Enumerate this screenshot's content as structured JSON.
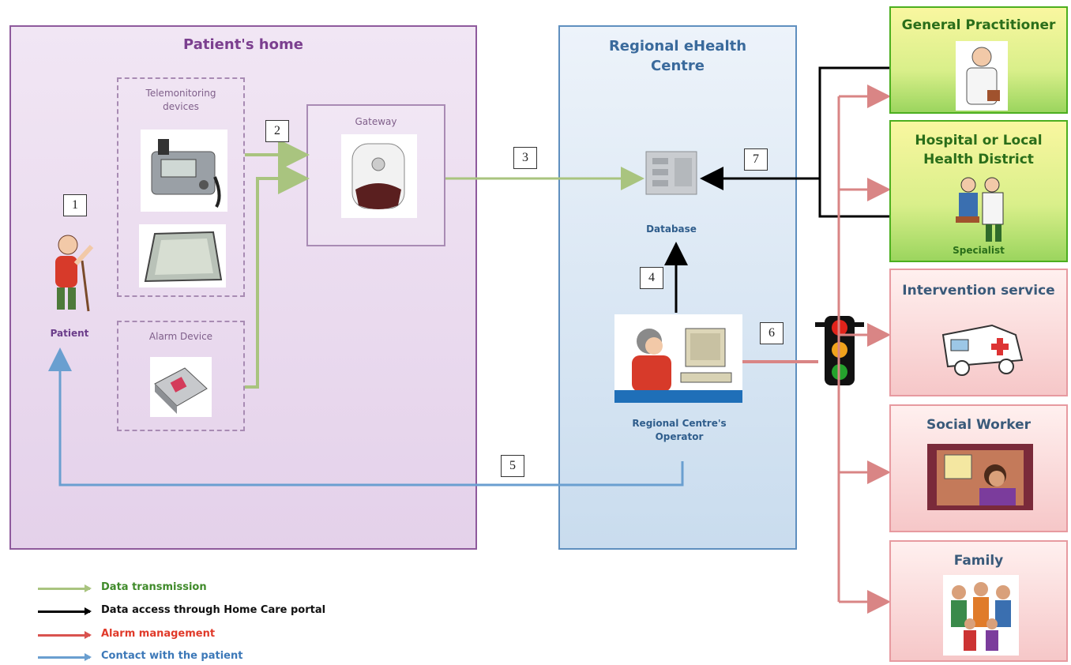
{
  "home": {
    "title": "Patient's home"
  },
  "centre": {
    "title": "Regional eHealth\nCentre"
  },
  "telemonitoring": {
    "label": "Telemonitoring\ndevices"
  },
  "alarm_device": {
    "label": "Alarm Device"
  },
  "gateway": {
    "label": "Gateway"
  },
  "patient": {
    "label": "Patient"
  },
  "database": {
    "label": "Database"
  },
  "operator": {
    "label": "Regional Centre's\nOperator"
  },
  "steps": [
    "1",
    "2",
    "3",
    "4",
    "5",
    "6",
    "7"
  ],
  "recipients": [
    {
      "title": "General Practitioner",
      "style": "green"
    },
    {
      "title": "Hospital or Local\nHealth District",
      "style": "green",
      "note": "Specialist"
    },
    {
      "title": "Intervention service",
      "style": "red"
    },
    {
      "title": "Social Worker",
      "style": "red"
    },
    {
      "title": "Family",
      "style": "red"
    }
  ],
  "legend": [
    {
      "label": "Data transmission",
      "color": "#a9c47f",
      "text_color": "#3f8a2a"
    },
    {
      "label": "Data access through Home Care portal",
      "color": "#000000",
      "text_color": "#111111"
    },
    {
      "label": "Alarm management",
      "color": "#d9534f",
      "text_color": "#e03a2a"
    },
    {
      "label": "Contact with the patient",
      "color": "#6a9fd0",
      "text_color": "#3c78b8"
    }
  ],
  "colors": {
    "data": "#a9c47f",
    "access": "#000000",
    "alarm": "#d98585",
    "contact": "#6a9fd0"
  }
}
